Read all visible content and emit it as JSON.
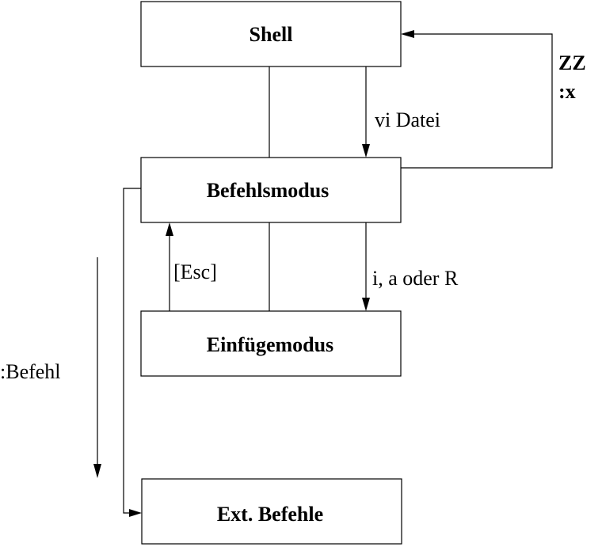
{
  "nodes": {
    "shell": "Shell",
    "befehlsmodus": "Befehlsmodus",
    "einfuegemodus": "Einfügemodus",
    "ext_befehle": "Ext. Befehle"
  },
  "edges": {
    "vi_datei": "vi Datei",
    "zz": "ZZ",
    "colon_x": ":x",
    "esc": "[Esc]",
    "insert_keys": "i, a oder R",
    "befehl": ":Befehl"
  }
}
